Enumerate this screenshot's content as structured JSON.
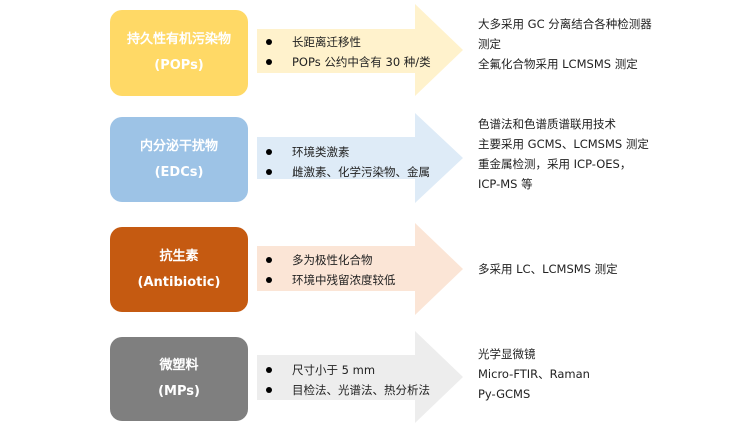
{
  "rows": [
    {
      "title": "持久性有机污染物",
      "subtitle": "(POPs)",
      "box_color": "#FFD966",
      "arrow_color": "#FFF2CC",
      "bullets": [
        "长距离迁移性",
        "POPs 公约中含有 30 种/类"
      ],
      "details": [
        "大多采用  GC  分离结合各种检测器",
        "测定",
        "全氟化合物采用 LCMSMS 测定"
      ]
    },
    {
      "title": "内分泌干扰物",
      "subtitle": "(EDCs)",
      "box_color": "#9DC3E6",
      "arrow_color": "#DEEBF7",
      "bullets": [
        "环境类激素",
        "雌激素、化学污染物、金属"
      ],
      "details": [
        "色谱法和色谱质谱联用技术",
        "主要采用 GCMS、LCMSMS 测定",
        "重金属检测，采用 ICP-OES，",
        "ICP-MS 等"
      ]
    },
    {
      "title": "抗生素",
      "subtitle": "(Antibiotic)",
      "box_color": "#C55A11",
      "arrow_color": "#FBE5D6",
      "bullets": [
        "多为极性化合物",
        "环境中残留浓度较低"
      ],
      "details": [
        "多采用 LC、LCMSMS 测定"
      ]
    },
    {
      "title": "微塑料",
      "subtitle": "(MPs)",
      "box_color": "#7F7F7F",
      "arrow_color": "#EDEDED",
      "bullets": [
        "尺寸小于 5 mm",
        "目检法、光谱法、热分析法"
      ],
      "details": [
        "光学显微镜",
        "Micro-FTIR、Raman",
        "Py-GCMS"
      ]
    }
  ]
}
